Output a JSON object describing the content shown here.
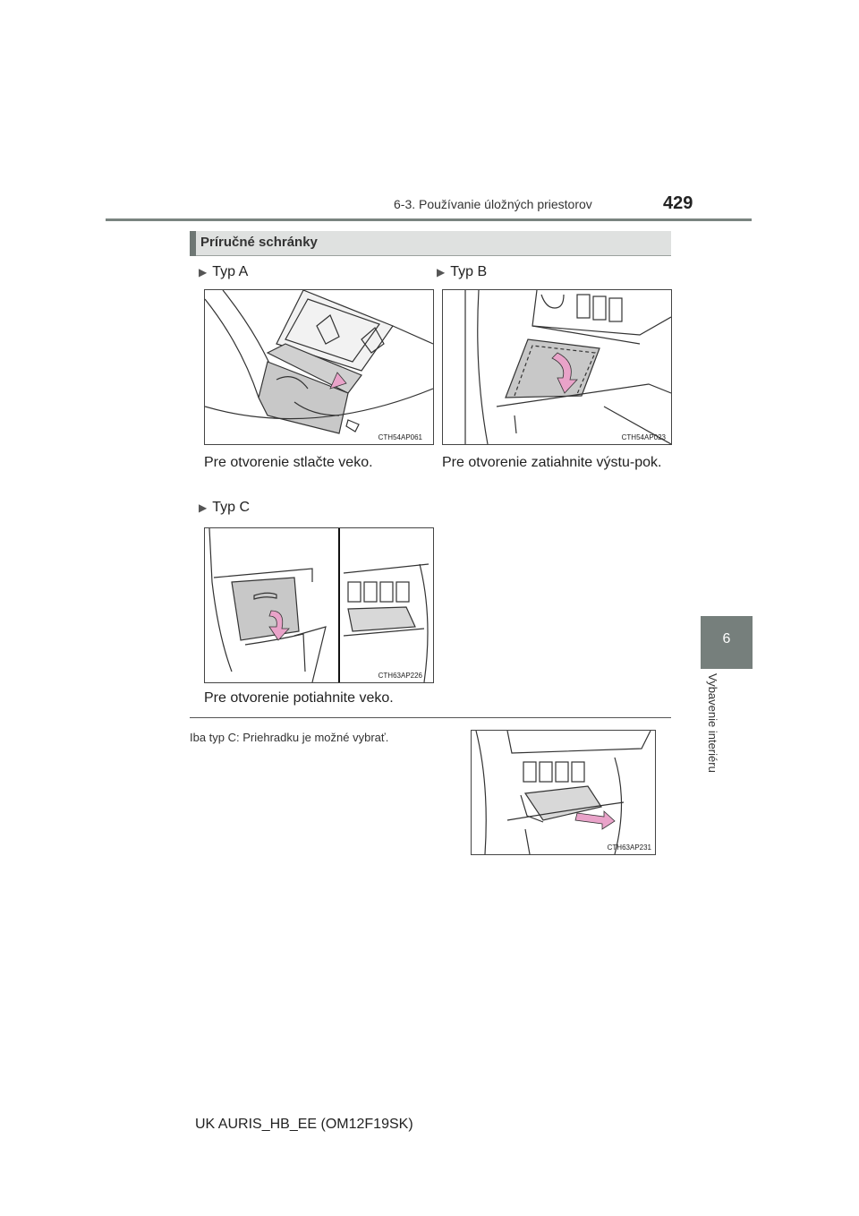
{
  "header": {
    "section": "6-3. Používanie úložných priestorov",
    "page_number": "429"
  },
  "side_tab": {
    "chapter_number": "6",
    "chapter_label": "Vybavenie interiéru"
  },
  "section": {
    "title": "Príručné schránky"
  },
  "variants": [
    {
      "label": "Typ A",
      "figure_code": "CTH54AP061",
      "caption": "Pre otvorenie stlačte veko."
    },
    {
      "label": "Typ B",
      "figure_code": "CTH54AP023",
      "caption": "Pre otvorenie zatiahnite výstu-pok."
    },
    {
      "label": "Typ C",
      "figure_code": "CTH63AP226",
      "caption": "Pre otvorenie potiahnite veko."
    }
  ],
  "note": {
    "text": "Iba typ C: Priehradku je možné vybrať.",
    "figure_code": "CTH63AP231"
  },
  "footer": {
    "text": "UK AURIS_HB_EE (OM12F19SK)"
  },
  "colors": {
    "arrow_pink": "#e9a3c9",
    "tab_gray": "#767f7c",
    "section_bar": "#dfe1e0"
  }
}
